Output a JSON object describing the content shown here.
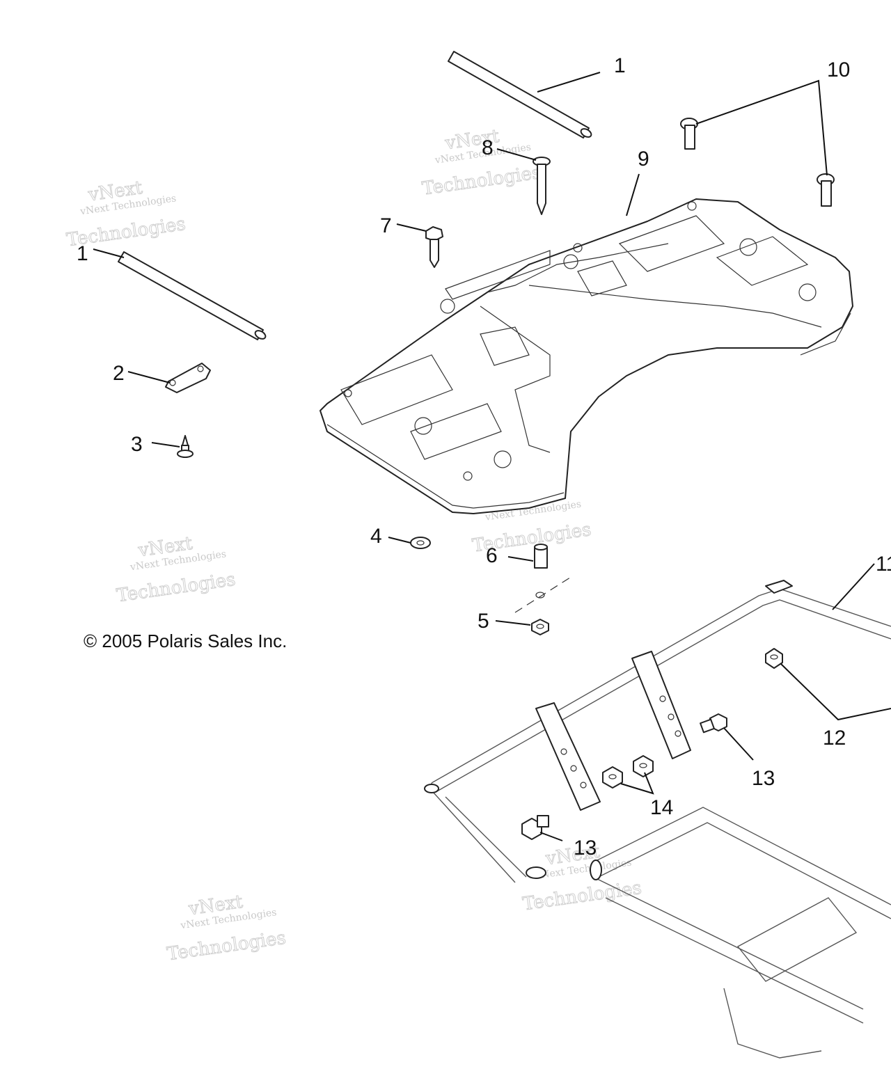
{
  "copyright": "© 2005 Polaris Sales Inc.",
  "watermark": {
    "line1": "vNext",
    "line2": "vNext Technologies",
    "line3": "Technologies"
  },
  "callouts": [
    {
      "id": "c1a",
      "label": "1"
    },
    {
      "id": "c1b",
      "label": "1"
    },
    {
      "id": "c2",
      "label": "2"
    },
    {
      "id": "c3",
      "label": "3"
    },
    {
      "id": "c4",
      "label": "4"
    },
    {
      "id": "c5",
      "label": "5"
    },
    {
      "id": "c6",
      "label": "6"
    },
    {
      "id": "c7",
      "label": "7"
    },
    {
      "id": "c8",
      "label": "8"
    },
    {
      "id": "c9",
      "label": "9"
    },
    {
      "id": "c10",
      "label": "10"
    },
    {
      "id": "c11",
      "label": "11"
    },
    {
      "id": "c12",
      "label": "12"
    },
    {
      "id": "c13a",
      "label": "13"
    },
    {
      "id": "c13b",
      "label": "13"
    },
    {
      "id": "c14",
      "label": "14"
    }
  ]
}
